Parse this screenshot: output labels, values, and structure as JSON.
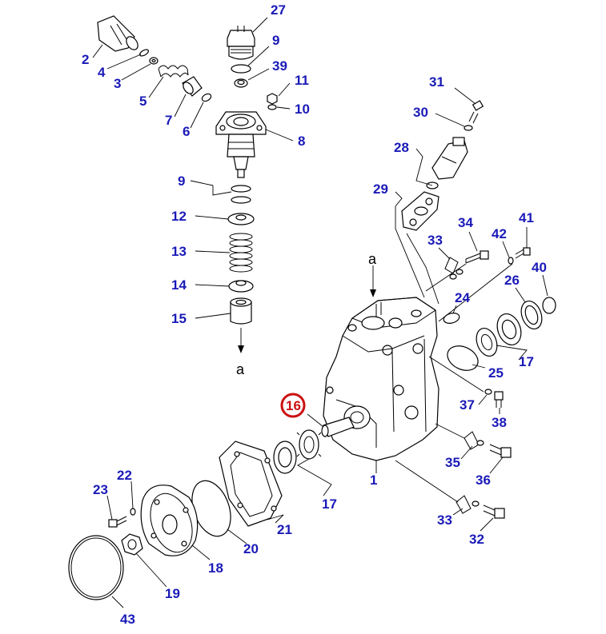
{
  "diagram": {
    "reference_marks": [
      "a",
      "a"
    ],
    "highlighted_part": "16",
    "colors": {
      "label": "#1a1ab8",
      "highlight": "#cc1111",
      "line": "#000000"
    },
    "callouts": [
      {
        "id": "27",
        "label": "27"
      },
      {
        "id": "9a",
        "label": "9"
      },
      {
        "id": "39",
        "label": "39"
      },
      {
        "id": "11",
        "label": "11"
      },
      {
        "id": "10",
        "label": "10"
      },
      {
        "id": "8",
        "label": "8"
      },
      {
        "id": "2",
        "label": "2"
      },
      {
        "id": "4",
        "label": "4"
      },
      {
        "id": "3",
        "label": "3"
      },
      {
        "id": "5",
        "label": "5"
      },
      {
        "id": "7",
        "label": "7"
      },
      {
        "id": "6",
        "label": "6"
      },
      {
        "id": "9b",
        "label": "9"
      },
      {
        "id": "12",
        "label": "12"
      },
      {
        "id": "13",
        "label": "13"
      },
      {
        "id": "14",
        "label": "14"
      },
      {
        "id": "15",
        "label": "15"
      },
      {
        "id": "31",
        "label": "31"
      },
      {
        "id": "30",
        "label": "30"
      },
      {
        "id": "28",
        "label": "28"
      },
      {
        "id": "29",
        "label": "29"
      },
      {
        "id": "34",
        "label": "34"
      },
      {
        "id": "41",
        "label": "41"
      },
      {
        "id": "33a",
        "label": "33"
      },
      {
        "id": "42",
        "label": "42"
      },
      {
        "id": "40",
        "label": "40"
      },
      {
        "id": "26",
        "label": "26"
      },
      {
        "id": "24",
        "label": "24"
      },
      {
        "id": "25",
        "label": "25"
      },
      {
        "id": "17a",
        "label": "17"
      },
      {
        "id": "37",
        "label": "37"
      },
      {
        "id": "38",
        "label": "38"
      },
      {
        "id": "16",
        "label": "16"
      },
      {
        "id": "35",
        "label": "35"
      },
      {
        "id": "36",
        "label": "36"
      },
      {
        "id": "1",
        "label": "1"
      },
      {
        "id": "17b",
        "label": "17"
      },
      {
        "id": "22",
        "label": "22"
      },
      {
        "id": "23",
        "label": "23"
      },
      {
        "id": "21",
        "label": "21"
      },
      {
        "id": "20",
        "label": "20"
      },
      {
        "id": "33b",
        "label": "33"
      },
      {
        "id": "32",
        "label": "32"
      },
      {
        "id": "18",
        "label": "18"
      },
      {
        "id": "19",
        "label": "19"
      },
      {
        "id": "43",
        "label": "43"
      }
    ]
  }
}
